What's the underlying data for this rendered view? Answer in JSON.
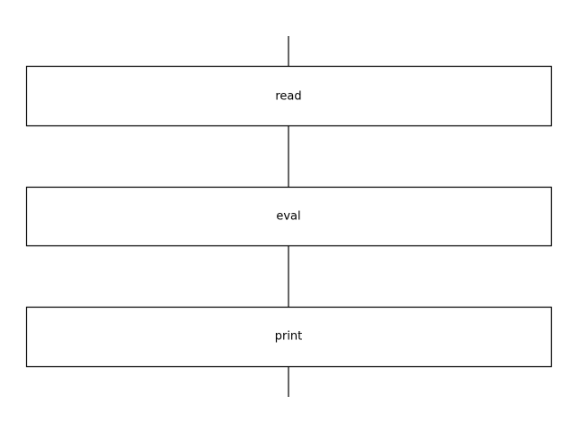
{
  "diagram": {
    "steps": [
      {
        "label": "read"
      },
      {
        "label": "eval"
      },
      {
        "label": "print"
      }
    ],
    "colors": {
      "stroke": "#000000",
      "fill": "#ffffff",
      "text": "#000000"
    }
  }
}
